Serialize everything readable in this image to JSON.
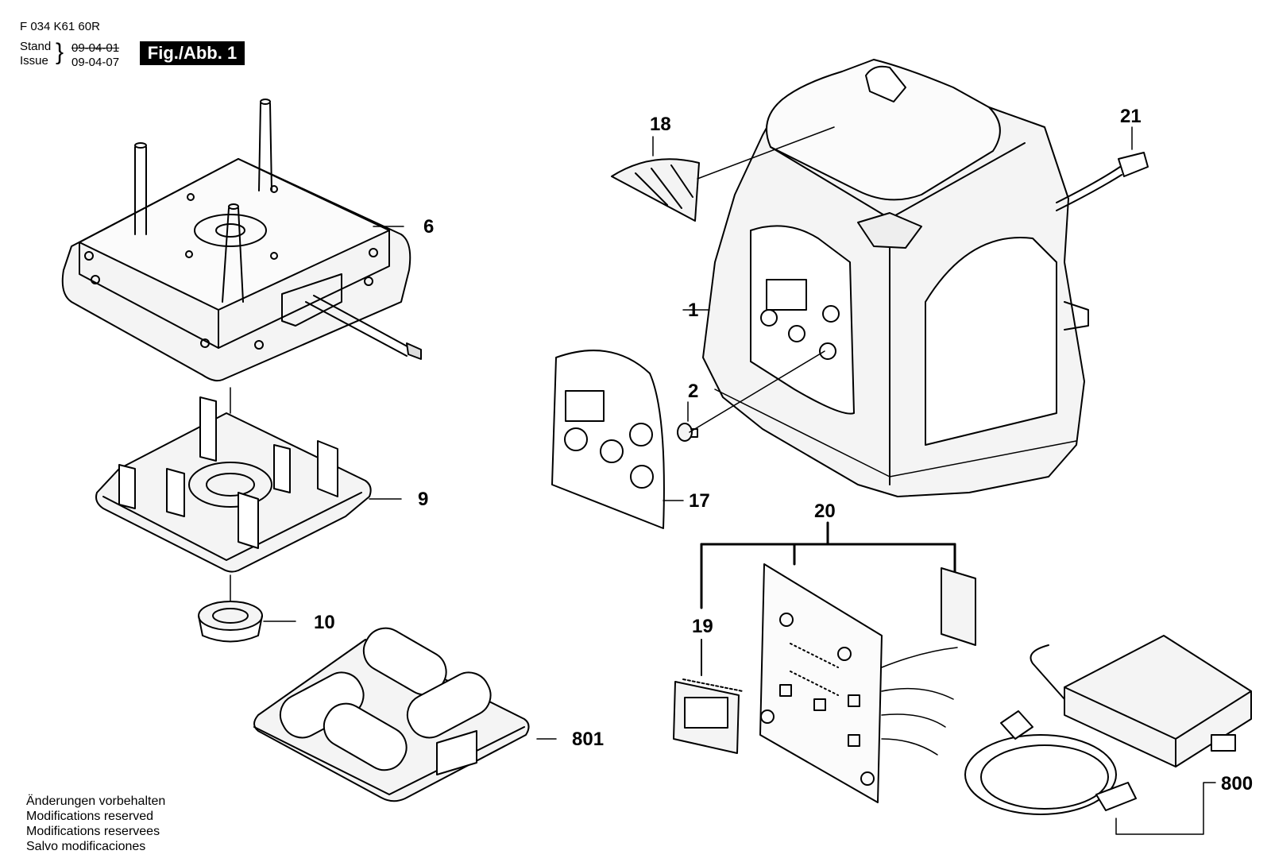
{
  "header": {
    "part_number": "F 034 K61 60R",
    "stand_label": "Stand",
    "issue_label": "Issue",
    "stand_date": "09-04-01",
    "issue_date": "09-04-07",
    "figure_label": "Fig./Abb. 1"
  },
  "footer": {
    "lines": [
      "Änderungen vorbehalten",
      "Modifications reserved",
      "Modifications reservees",
      "Salvo modificaciones"
    ]
  },
  "callouts": {
    "p1": "1",
    "p2": "2",
    "p6": "6",
    "p9": "9",
    "p10": "10",
    "p17": "17",
    "p18": "18",
    "p19": "19",
    "p20": "20",
    "p21": "21",
    "p800": "800",
    "p801": "801"
  }
}
